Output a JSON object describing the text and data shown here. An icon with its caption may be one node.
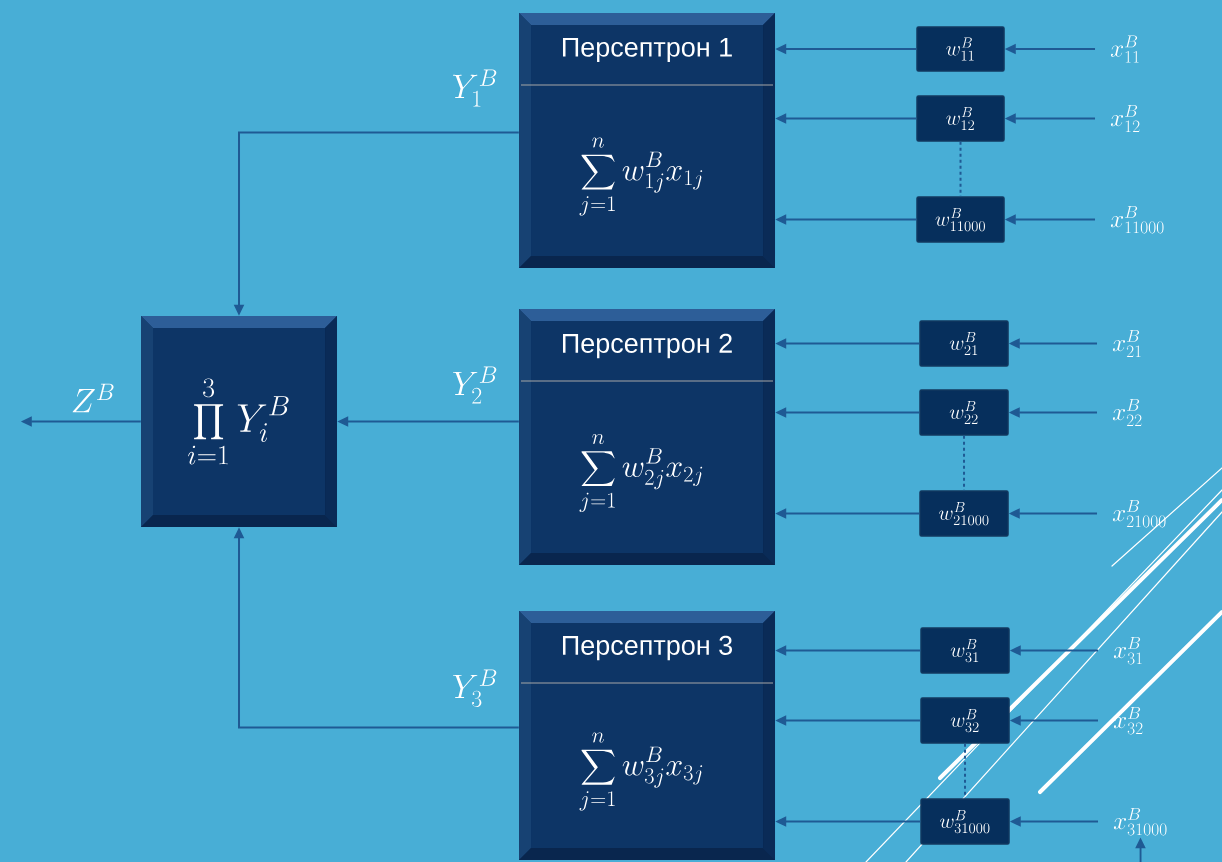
{
  "diagram": {
    "nodes": [
      {
        "text": [
          "\\prod_{i=1}^{3} Y_i^B"
        ]
      },
      {
        "text": [
          "Персептрон 1",
          "\\sum_{j=1}^{n} w_{1j}^B x_{1j}"
        ]
      },
      {
        "text": [
          "Персептрон 2",
          "\\sum_{j=1}^{n} w_{2j}^B x_{2j}"
        ]
      },
      {
        "text": [
          "Персептрон 3",
          "\\sum_{j=1}^{n} w_{3j}^B x_{3j}"
        ]
      },
      {
        "text": [
          "w_{11}^B"
        ]
      },
      {
        "text": [
          "w_{12}^B"
        ]
      },
      {
        "text": [
          "w_{11000}^B"
        ]
      },
      {
        "text": [
          "w_{21}^B"
        ]
      },
      {
        "text": [
          "w_{22}^B"
        ]
      },
      {
        "text": [
          "w_{21000}^B"
        ]
      },
      {
        "text": [
          "w_{31}^B"
        ]
      },
      {
        "text": [
          "w_{32}^B"
        ]
      },
      {
        "text": [
          "w_{31000}^B"
        ]
      },
      {
        "text": [
          "x_{11}^B"
        ]
      },
      {
        "text": [
          "x_{12}^B"
        ]
      },
      {
        "text": [
          "x_{11000}^B"
        ]
      },
      {
        "text": [
          "x_{21}^B"
        ]
      },
      {
        "text": [
          "x_{22}^B"
        ]
      },
      {
        "text": [
          "x_{21000}^B"
        ]
      },
      {
        "text": [
          "x_{31}^B"
        ]
      },
      {
        "text": [
          "x_{32}^B"
        ]
      },
      {
        "text": [
          "x_{31000}^B"
        ]
      }
    ],
    "edges": [
      {
        "from": 13,
        "to": 4,
        "arrow": "to"
      },
      {
        "from": 14,
        "to": 5,
        "arrow": "to"
      },
      {
        "from": 15,
        "to": 6,
        "arrow": "to"
      },
      {
        "from": 16,
        "to": 7,
        "arrow": "to"
      },
      {
        "from": 17,
        "to": 8,
        "arrow": "to"
      },
      {
        "from": 18,
        "to": 9,
        "arrow": "to"
      },
      {
        "from": 19,
        "to": 10,
        "arrow": "to"
      },
      {
        "from": 20,
        "to": 11,
        "arrow": "to"
      },
      {
        "from": 21,
        "to": 12,
        "arrow": "to"
      },
      {
        "from": 4,
        "to": 1,
        "arrow": "to"
      },
      {
        "from": 5,
        "to": 1,
        "arrow": "to"
      },
      {
        "from": 6,
        "to": 1,
        "arrow": "to"
      },
      {
        "from": 7,
        "to": 2,
        "arrow": "to"
      },
      {
        "from": 8,
        "to": 2,
        "arrow": "to"
      },
      {
        "from": 9,
        "to": 2,
        "arrow": "to"
      },
      {
        "from": 10,
        "to": 3,
        "arrow": "to"
      },
      {
        "from": 11,
        "to": 3,
        "arrow": "to"
      },
      {
        "from": 12,
        "to": 3,
        "arrow": "to"
      },
      {
        "from": 5,
        "to": 6,
        "arrow": "none",
        "style": "dashed"
      },
      {
        "from": 8,
        "to": 9,
        "arrow": "none",
        "style": "dashed"
      },
      {
        "from": 11,
        "to": 12,
        "arrow": "none",
        "style": "dashed"
      },
      {
        "from": 1,
        "to": 0,
        "arrow": "to",
        "label": "Y_1^B"
      },
      {
        "from": 2,
        "to": 0,
        "arrow": "to",
        "label": "Y_2^B"
      },
      {
        "from": 3,
        "to": 0,
        "arrow": "to",
        "label": "Y_3^B"
      },
      {
        "from": 0,
        "to": null,
        "arrow": "to",
        "label": "Z^B"
      },
      {
        "from": null,
        "to": 21,
        "arrow": "to"
      }
    ]
  }
}
